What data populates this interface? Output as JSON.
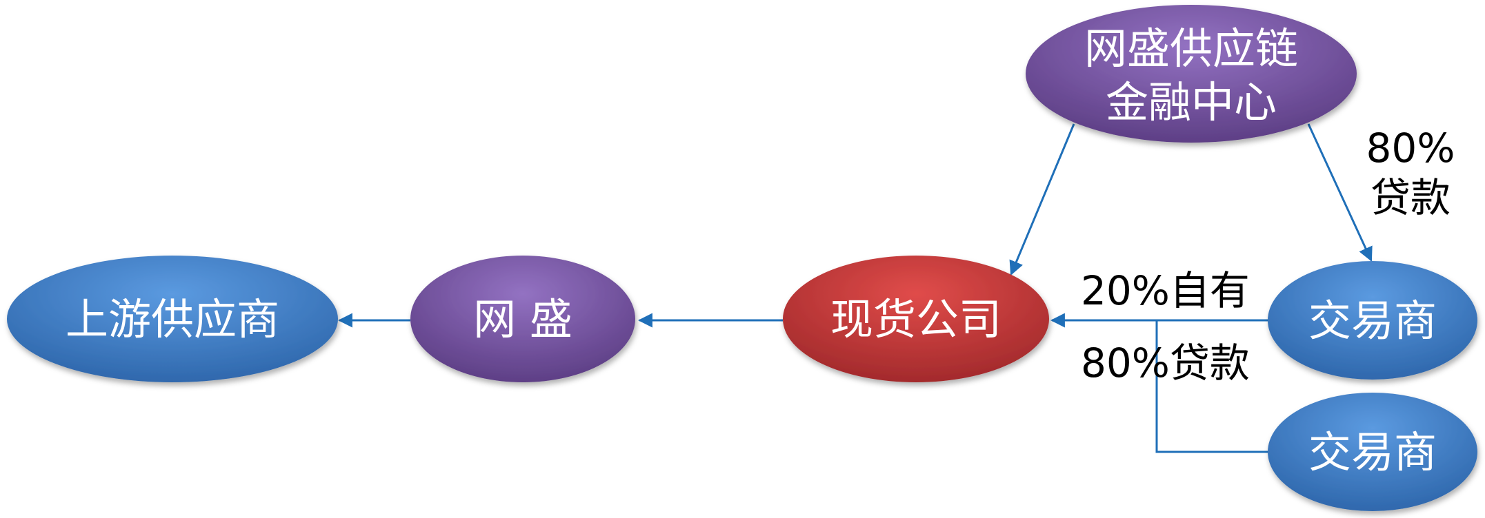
{
  "nodes": {
    "upstream_supplier": {
      "label": "上游供应商",
      "color": "#3b79c0"
    },
    "wangsheng": {
      "label": "网 盛",
      "color": "#7452a0"
    },
    "spot_company": {
      "label": "现货公司",
      "color": "#c0393b"
    },
    "finance_center": {
      "line1": "网盛供应链",
      "line2": "金融中心",
      "color": "#7452a0"
    },
    "trader_1": {
      "label": "交易商",
      "color": "#3b79c0"
    },
    "trader_2": {
      "label": "交易商",
      "color": "#3b79c0"
    }
  },
  "labels": {
    "loan_80_top_pct": "80%",
    "loan_80_top_text": "贷款",
    "own_20": "20%自有",
    "loan_80_mid": "80%贷款"
  },
  "colors": {
    "edge": "#1f6fb8",
    "blue_node": "#3b79c0",
    "purple_node": "#7452a0",
    "red_node": "#c0393b"
  }
}
